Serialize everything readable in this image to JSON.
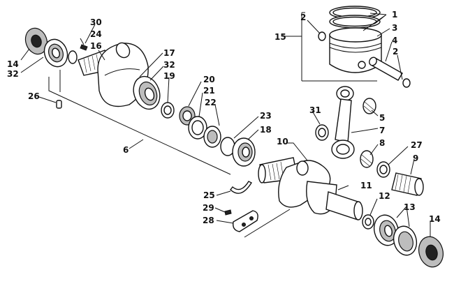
{
  "callouts": [
    {
      "id": "c1",
      "text": "1"
    },
    {
      "id": "c2a",
      "text": "2"
    },
    {
      "id": "c2b",
      "text": "2"
    },
    {
      "id": "c3",
      "text": "3"
    },
    {
      "id": "c4",
      "text": "4"
    },
    {
      "id": "c5",
      "text": "5"
    },
    {
      "id": "c6",
      "text": "6"
    },
    {
      "id": "c7",
      "text": "7"
    },
    {
      "id": "c8",
      "text": "8"
    },
    {
      "id": "c9",
      "text": "9"
    },
    {
      "id": "c10",
      "text": "10"
    },
    {
      "id": "c11",
      "text": "11"
    },
    {
      "id": "c12",
      "text": "12"
    },
    {
      "id": "c13",
      "text": "13"
    },
    {
      "id": "c14a",
      "text": "14"
    },
    {
      "id": "c14b",
      "text": "14"
    },
    {
      "id": "c15",
      "text": "15"
    },
    {
      "id": "c16",
      "text": "16"
    },
    {
      "id": "c17",
      "text": "17"
    },
    {
      "id": "c18",
      "text": "18"
    },
    {
      "id": "c19",
      "text": "19"
    },
    {
      "id": "c20",
      "text": "20"
    },
    {
      "id": "c21",
      "text": "21"
    },
    {
      "id": "c22",
      "text": "22"
    },
    {
      "id": "c23",
      "text": "23"
    },
    {
      "id": "c24",
      "text": "24"
    },
    {
      "id": "c25",
      "text": "25"
    },
    {
      "id": "c26",
      "text": "26"
    },
    {
      "id": "c27",
      "text": "27"
    },
    {
      "id": "c28",
      "text": "28"
    },
    {
      "id": "c29",
      "text": "29"
    },
    {
      "id": "c30",
      "text": "30"
    },
    {
      "id": "c31",
      "text": "31"
    },
    {
      "id": "c32a",
      "text": "32"
    },
    {
      "id": "c32b",
      "text": "32"
    }
  ]
}
